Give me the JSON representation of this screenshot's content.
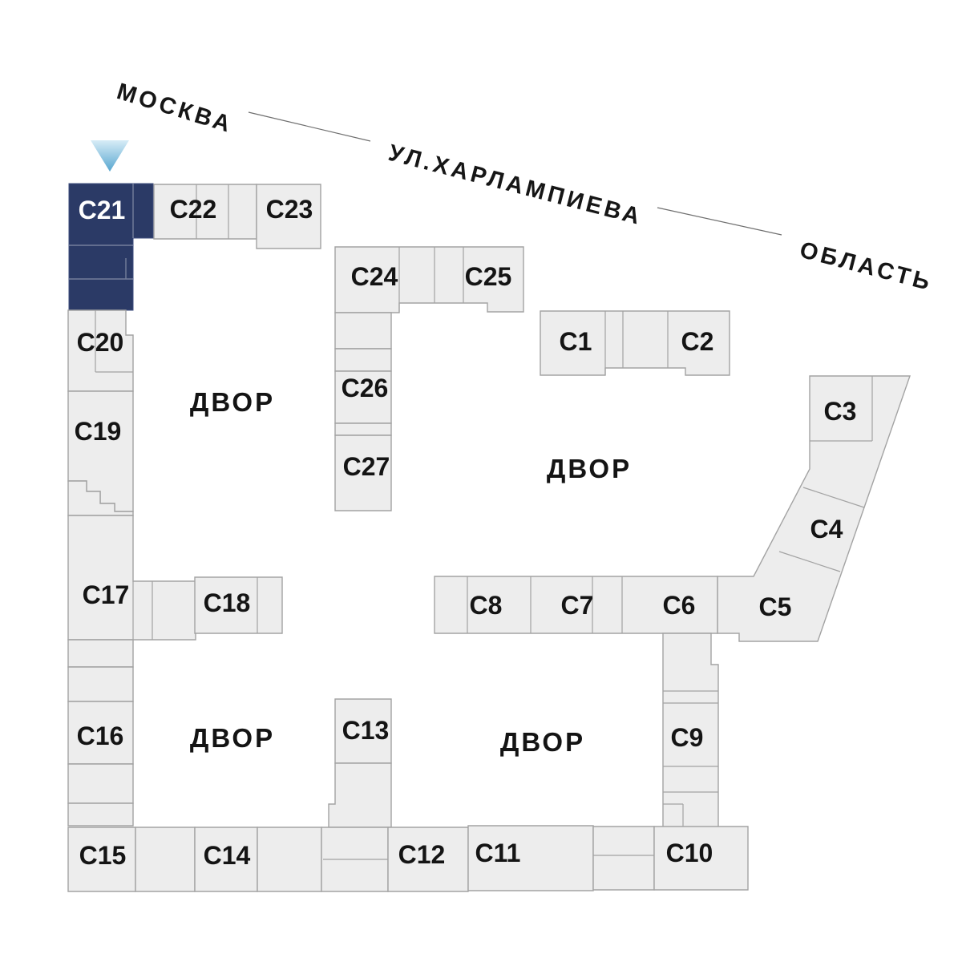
{
  "street_labels": {
    "city": "МОСКВА",
    "street": "УЛ.ХАРЛАМПИЕВА",
    "region": "ОБЛАСТЬ"
  },
  "courtyards": [
    {
      "label": "ДВОР"
    },
    {
      "label": "ДВОР"
    },
    {
      "label": "ДВОР"
    },
    {
      "label": "ДВОР"
    }
  ],
  "selected_building": "С21",
  "buildings": {
    "c21": {
      "label": "С21",
      "selected": true
    },
    "c22": {
      "label": "С22"
    },
    "c23": {
      "label": "С23"
    },
    "c20": {
      "label": "С20"
    },
    "c19": {
      "label": "С19"
    },
    "c24": {
      "label": "С24"
    },
    "c25": {
      "label": "С25"
    },
    "c26": {
      "label": "С26"
    },
    "c27": {
      "label": "С27"
    },
    "c1": {
      "label": "С1"
    },
    "c2": {
      "label": "С2"
    },
    "c3": {
      "label": "С3"
    },
    "c4": {
      "label": "С4"
    },
    "c5": {
      "label": "С5"
    },
    "c6": {
      "label": "С6"
    },
    "c7": {
      "label": "С7"
    },
    "c8": {
      "label": "С8"
    },
    "c9": {
      "label": "С9"
    },
    "c10": {
      "label": "С10"
    },
    "c11": {
      "label": "С11"
    },
    "c12": {
      "label": "С12"
    },
    "c13": {
      "label": "С13"
    },
    "c14": {
      "label": "С14"
    },
    "c15": {
      "label": "С15"
    },
    "c16": {
      "label": "С16"
    },
    "c17": {
      "label": "С17"
    },
    "c18": {
      "label": "С18"
    }
  },
  "colors": {
    "building_fill": "#ededed",
    "building_stroke": "#a3a3a3",
    "selected_fill": "#2b3a66",
    "selected_text": "#ffffff",
    "label_text": "#141414",
    "street_line": "#6f6f6f",
    "marker_top": "#d7ecf7",
    "marker_bottom": "#57a6d0"
  }
}
